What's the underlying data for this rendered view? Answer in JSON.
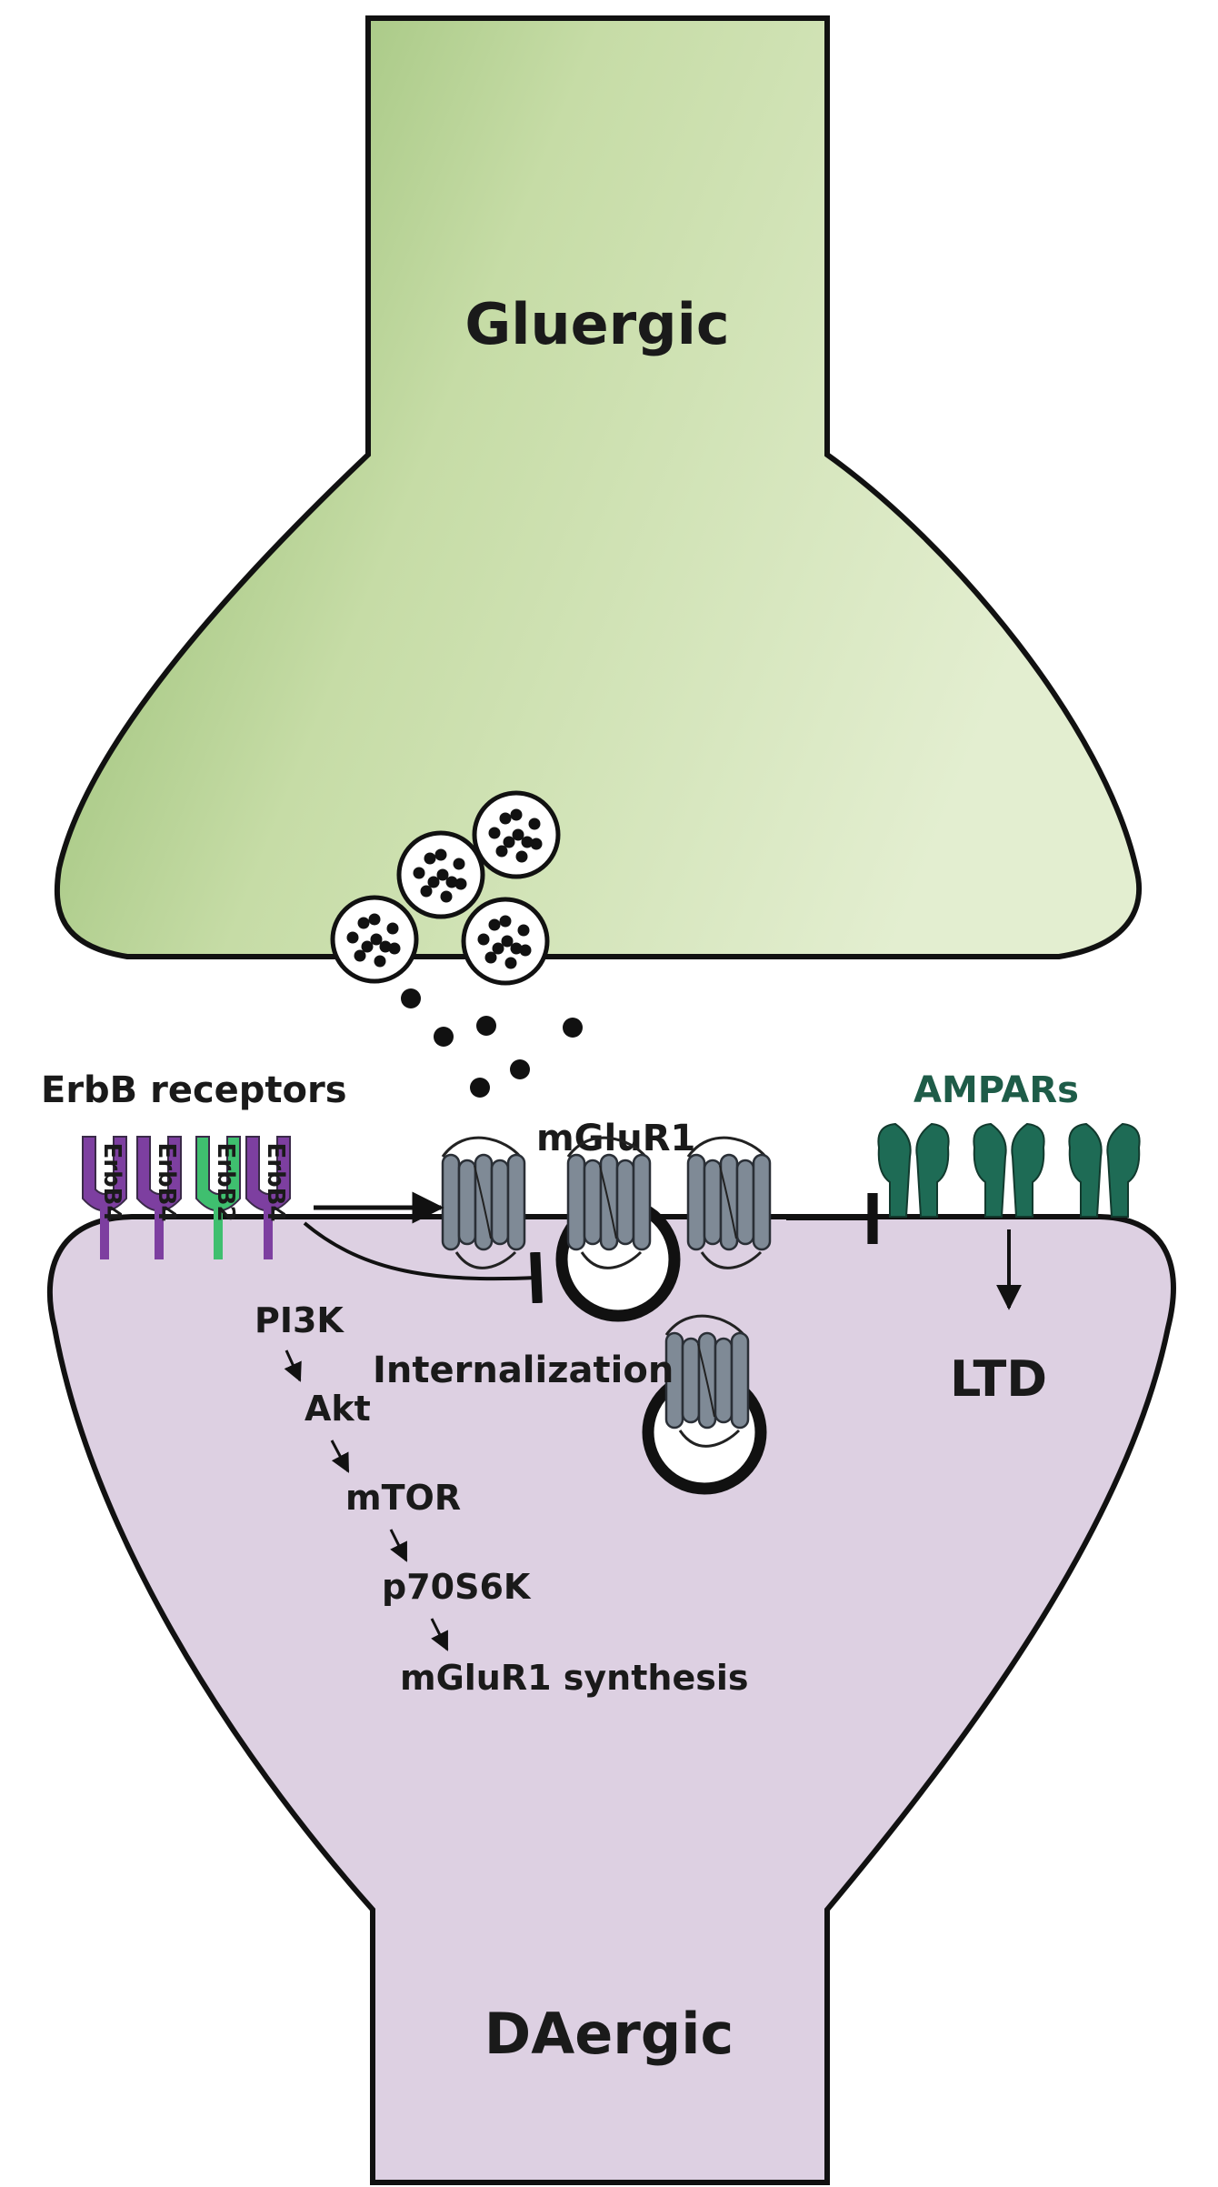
{
  "pre_neuron": {
    "label": "Gluergic"
  },
  "post_neuron": {
    "label": "DAergic"
  },
  "erbb": {
    "group_label": "ErbB receptors",
    "receptors": [
      "ErbB4",
      "ErbB4",
      "ErbB2",
      "ErbB4"
    ]
  },
  "mglur": {
    "label": "mGluR1"
  },
  "ampa": {
    "label": "AMPARs"
  },
  "ltd": {
    "label": "LTD"
  },
  "internalization": {
    "label": "Internalization"
  },
  "pathway": [
    "PI3K",
    "Akt",
    "mTOR",
    "p70S6K",
    "mGluR1 synthesis"
  ],
  "colors": {
    "presynaptic_fill": "#c9dfae",
    "postsynaptic_fill": "#ddd0e2",
    "erbb4": "#7d3fa0",
    "erbb2": "#3fbf6f",
    "ampar": "#1e6b55",
    "mglur": "#7f8a96"
  }
}
